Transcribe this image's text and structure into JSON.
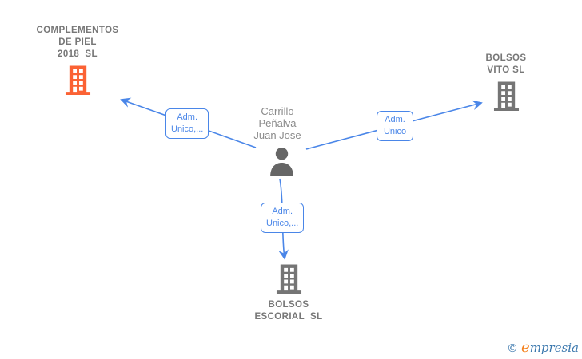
{
  "person": {
    "name_line1": "Carrillo",
    "name_line2": "Peñalva",
    "name_line3": "Juan Jose"
  },
  "companies": {
    "complementos": {
      "line1": "COMPLEMENTOS",
      "line2": "DE PIEL",
      "line3": "2018  SL"
    },
    "vito": {
      "line1": "BOLSOS",
      "line2": "VITO SL"
    },
    "escorial": {
      "line1": "BOLSOS",
      "line2": "ESCORIAL  SL"
    }
  },
  "relationships": {
    "to_complementos": {
      "line1": "Adm.",
      "line2": "Unico,..."
    },
    "to_vito": {
      "line1": "Adm.",
      "line2": "Unico"
    },
    "to_escorial": {
      "line1": "Adm.",
      "line2": "Unico,..."
    }
  },
  "footer": {
    "copyright_symbol": "©",
    "brand_initial": "e",
    "brand_rest": "mpresia"
  },
  "colors": {
    "link_blue": "#4a86e8",
    "company_gray": "#777777",
    "name_gray": "#8a8a8a",
    "icon_gray": "#757575",
    "person_gray": "#666666",
    "highlight_orange": "#fb6234",
    "brand_orange": "#f5821f",
    "brand_blue": "#3a77ad"
  }
}
